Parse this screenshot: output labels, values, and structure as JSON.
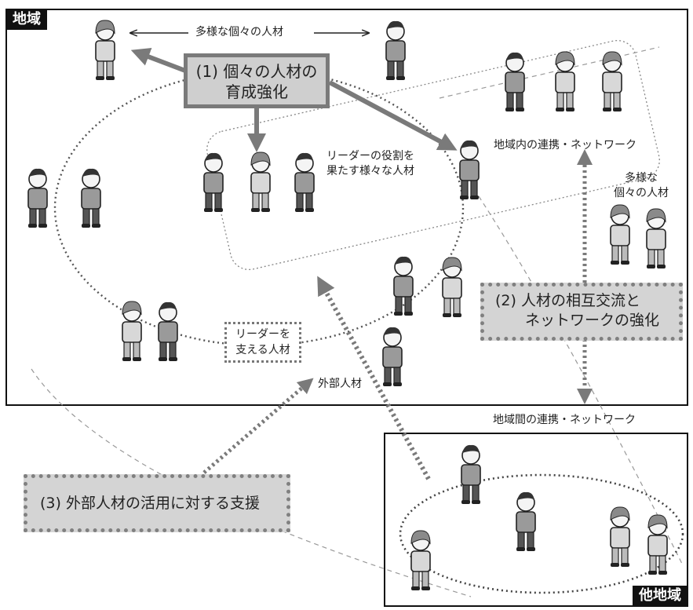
{
  "region_tags": {
    "local": "地域",
    "other": "他地域"
  },
  "measures": {
    "m1": [
      "(1) 個々の人材の",
      "育成強化"
    ],
    "m2": [
      "(2) 人材の相互交流と",
      "ネットワークの強化"
    ],
    "m3": "(3) 外部人材の活用に対する支援"
  },
  "labels": {
    "diverse_top": "多様な個々の人材",
    "leaders": [
      "リーダーの役割を",
      "果たす様々な人材"
    ],
    "network_inside": "地域内の連携・ネットワーク",
    "diverse_right": [
      "多様な",
      "個々の人材"
    ],
    "supporters": [
      "リーダーを",
      "支える人材"
    ],
    "external": "外部人材",
    "network_between": "地域間の連携・ネットワーク"
  },
  "colors": {
    "arrow_gray": "#7a7a7a",
    "box_fill": "#d4d4d4",
    "tag_bg": "#111111"
  }
}
